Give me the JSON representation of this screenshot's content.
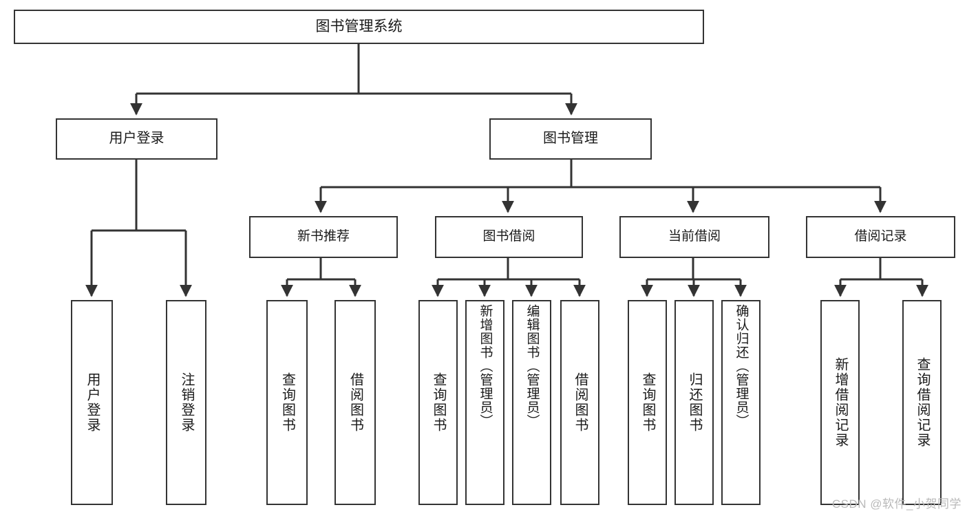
{
  "diagram": {
    "type": "tree",
    "title": "图书管理系统",
    "watermark": "CSDN @软件_小贺同学",
    "colors": {
      "box_border": "#333333",
      "box_fill": "#ffffff",
      "connector": "#333333",
      "text": "#1a1a1a",
      "watermark": "#b9b9b9",
      "background": "#ffffff"
    },
    "nodes": {
      "root": {
        "label": "图书管理系统"
      },
      "level2": [
        {
          "id": "user-login",
          "label": "用户登录"
        },
        {
          "id": "book-manage",
          "label": "图书管理"
        }
      ],
      "level3": [
        {
          "id": "new-book-rec",
          "label": "新书推荐"
        },
        {
          "id": "book-borrow",
          "label": "图书借阅"
        },
        {
          "id": "current-borrow",
          "label": "当前借阅"
        },
        {
          "id": "borrow-record",
          "label": "借阅记录"
        }
      ],
      "leaves": {
        "user-login": [
          {
            "id": "leaf-user-login",
            "label": "用户登录"
          },
          {
            "id": "leaf-user-logout",
            "label": "注销登录"
          }
        ],
        "new-book-rec": [
          {
            "id": "leaf-query-book-1",
            "label": "查询图书"
          },
          {
            "id": "leaf-borrow-book-1",
            "label": "借阅图书"
          }
        ],
        "book-borrow": [
          {
            "id": "leaf-query-book-2",
            "label": "查询图书"
          },
          {
            "id": "leaf-add-book",
            "label": "新增图书（管理员）"
          },
          {
            "id": "leaf-edit-book",
            "label": "编辑图书（管理员）"
          },
          {
            "id": "leaf-borrow-book-2",
            "label": "借阅图书"
          }
        ],
        "current-borrow": [
          {
            "id": "leaf-query-book-3",
            "label": "查询图书"
          },
          {
            "id": "leaf-return-book",
            "label": "归还图书"
          },
          {
            "id": "leaf-confirm-return",
            "label": "确认归还（管理员）"
          }
        ],
        "borrow-record": [
          {
            "id": "leaf-add-record",
            "label": "新增借阅记录"
          },
          {
            "id": "leaf-query-record",
            "label": "查询借阅记录"
          }
        ]
      }
    }
  }
}
